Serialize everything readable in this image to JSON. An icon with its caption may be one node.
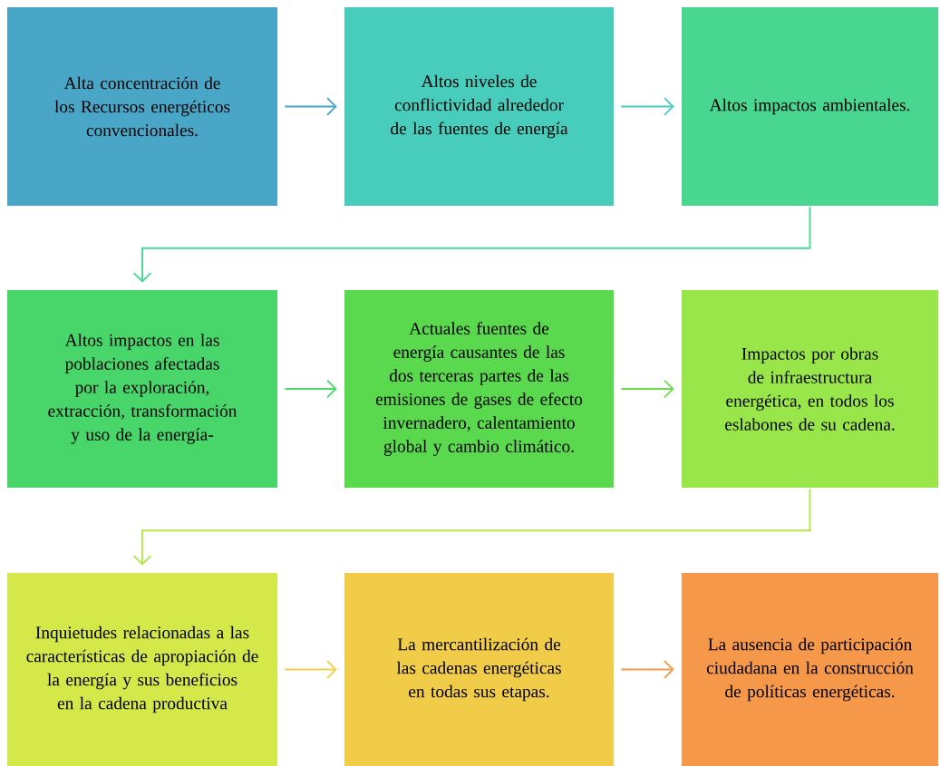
{
  "diagram": {
    "nodes": [
      {
        "text": [
          "Alta concentración de los Recursos energéticos convencionales."
        ]
      },
      {
        "text": [
          "Altos niveles de conflictividad alrededor de las fuentes de energía"
        ]
      },
      {
        "text": [
          "Altos impactos ambientales."
        ]
      },
      {
        "text": [
          "Altos impactos en las poblaciones afectadas por la exploración, extracción, transformación y uso de la energía-"
        ]
      },
      {
        "text": [
          "Actuales fuentes de energía causantes de las dos terceras partes de las emisiones de gases de efecto invernadero, calentamiento global y cambio climático."
        ]
      },
      {
        "text": [
          "Impactos por obras de infraestructura energética, en todos los eslabones de su cadena."
        ]
      },
      {
        "text": [
          "Inquietudes relacionadas a las características de apropiación de la energía y sus beneficios en la cadena productiva"
        ]
      },
      {
        "text": [
          "La mercantilización de las cadenas energéticas en todas sus etapas."
        ]
      },
      {
        "text": [
          "La ausencia de participación ciudadana en la construcción de políticas energéticas."
        ]
      }
    ],
    "edges": [
      {
        "from": 0,
        "to": 1,
        "arrow": "to",
        "color": "#4aa6c6"
      },
      {
        "from": 1,
        "to": 2,
        "arrow": "to",
        "color": "#48cdbd"
      },
      {
        "from": 2,
        "to": 3,
        "arrow": "to",
        "color": "#48d690"
      },
      {
        "from": 3,
        "to": 4,
        "arrow": "to",
        "color": "#4cd96a"
      },
      {
        "from": 4,
        "to": 5,
        "arrow": "to",
        "color": "#6cdf4c"
      },
      {
        "from": 5,
        "to": 6,
        "arrow": "to",
        "color": "#b4e64a"
      },
      {
        "from": 6,
        "to": 7,
        "arrow": "to",
        "color": "#f0d048"
      },
      {
        "from": 7,
        "to": 8,
        "arrow": "to",
        "color": "#f5984a"
      }
    ]
  }
}
